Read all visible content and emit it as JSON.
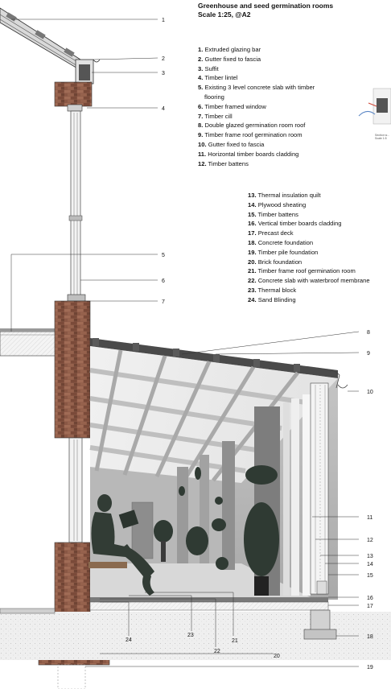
{
  "title": "Greenhouse and seed germination rooms",
  "scale": "Scale 1:25, @A2",
  "legend_top": [
    {
      "num": "1.",
      "text": "Extruded glazing bar"
    },
    {
      "num": "2.",
      "text": "Gutter fixed to fascia"
    },
    {
      "num": "3.",
      "text": "Suffit"
    },
    {
      "num": "4.",
      "text": "Timber lintel"
    },
    {
      "num": "5.",
      "text": "Existing 3 level concrete slab with timber"
    },
    {
      "num": "",
      "text": "flooring"
    },
    {
      "num": "6.",
      "text": "Timber framed window"
    },
    {
      "num": "7.",
      "text": "Timber cill"
    },
    {
      "num": "8.",
      "text": "Double glazed germination room roof"
    },
    {
      "num": "9.",
      "text": "Timber frame roof germination room"
    },
    {
      "num": "10.",
      "text": "Gutter fixed to fascia"
    },
    {
      "num": "11.",
      "text": "Horizontal timber boards cladding"
    },
    {
      "num": "12.",
      "text": "Timber battens"
    }
  ],
  "legend_bottom": [
    {
      "num": "13.",
      "text": "Thermal insulation quilt"
    },
    {
      "num": "14.",
      "text": "Plywood sheating"
    },
    {
      "num": "15.",
      "text": "Timber battens"
    },
    {
      "num": "16.",
      "text": "Vertical timber boards cladding"
    },
    {
      "num": "17.",
      "text": "Precast deck"
    },
    {
      "num": "18.",
      "text": "Concrete foundation"
    },
    {
      "num": "19.",
      "text": "Timber pile foundation"
    },
    {
      "num": "20.",
      "text": "Brick foundation"
    },
    {
      "num": "21.",
      "text": "Timber frame roof germination room"
    },
    {
      "num": "22.",
      "text": "Concrete slab with waterbroof membrane"
    },
    {
      "num": "23.",
      "text": "Thermal block"
    },
    {
      "num": "24.",
      "text": "Sand Blinding"
    }
  ],
  "callouts": [
    "1",
    "2",
    "3",
    "4",
    "5",
    "6",
    "7",
    "8",
    "9",
    "10",
    "11",
    "12",
    "13",
    "14",
    "15",
    "16",
    "17",
    "18",
    "19",
    "20",
    "21",
    "22",
    "23",
    "24"
  ],
  "inset_caption": "Section w... Scale 1:5"
}
